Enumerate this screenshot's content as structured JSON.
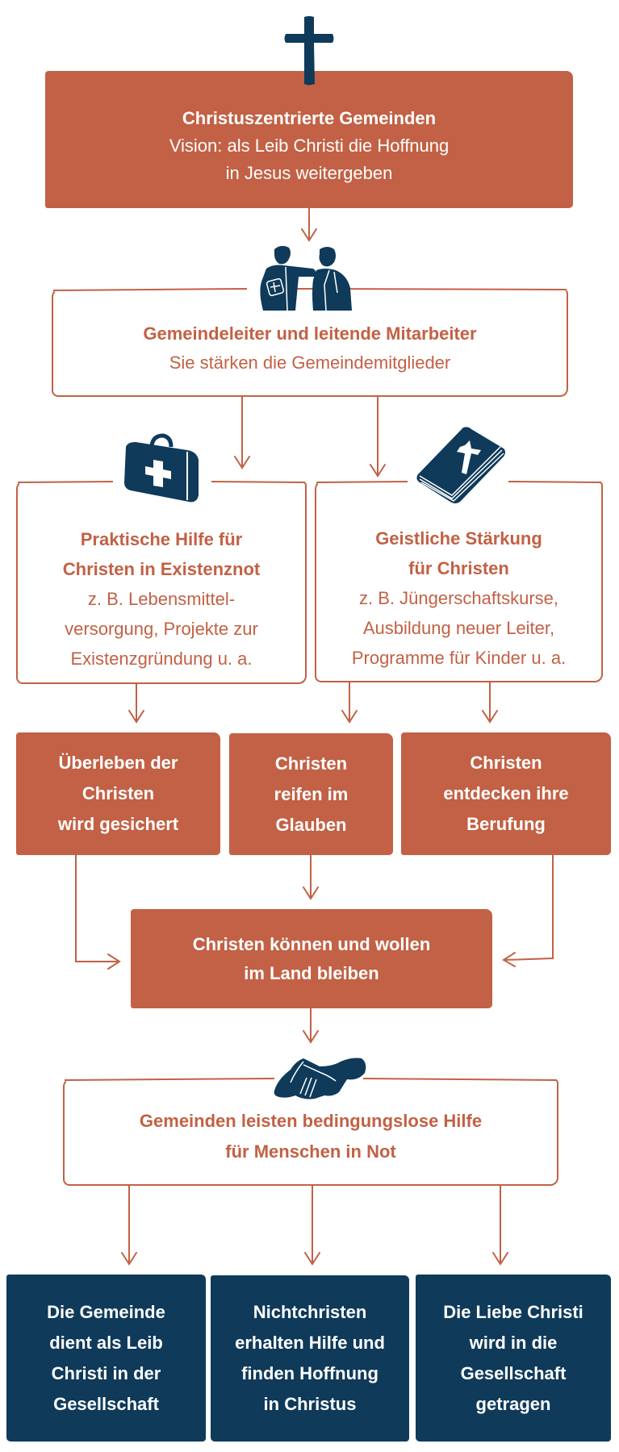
{
  "colors": {
    "accent": "#C26145",
    "navy": "#0F3A5A",
    "background": "#FFFFFF"
  },
  "top": {
    "icon": "cross-icon",
    "title": "Christuszentrierte Gemeinden",
    "subtitle_lines": [
      "Vision: als Leib Christi die Hoffnung",
      "in Jesus weitergeben"
    ]
  },
  "leaders": {
    "icon": "people-icon",
    "title": "Gemeindeleiter und leitende Mitarbeiter",
    "subtitle": "Sie stärken die Gemeindemitglieder"
  },
  "practical": {
    "icon": "first-aid-kit-icon",
    "title_lines": [
      "Praktische Hilfe für",
      "Christen in Existenznot"
    ],
    "body_lines": [
      "z. B. Lebensmittel-",
      "versorgung, Projekte zur",
      "Existenzgründung u. a."
    ]
  },
  "spiritual": {
    "icon": "bible-icon",
    "title_lines": [
      "Geistliche Stärkung",
      "für Christen"
    ],
    "body_lines": [
      "z. B. Jüngerschaftskurse,",
      "Ausbildung neuer Leiter,",
      "Programme für Kinder u. a."
    ]
  },
  "outcomes": [
    {
      "lines": [
        "Überleben der",
        "Christen",
        "wird gesichert"
      ]
    },
    {
      "lines": [
        "Christen",
        "reifen im",
        "Glauben"
      ]
    },
    {
      "lines": [
        "Christen",
        "entdecken ihre",
        "Berufung"
      ]
    }
  ],
  "stay": {
    "lines": [
      "Christen können und wollen",
      "im Land bleiben"
    ]
  },
  "help": {
    "icon": "handshake-icon",
    "lines": [
      "Gemeinden leisten bedingungslose Hilfe",
      "für Menschen in Not"
    ]
  },
  "results": [
    {
      "lines": [
        "Die Gemeinde",
        "dient als Leib",
        "Christi in der",
        "Gesellschaft"
      ]
    },
    {
      "lines": [
        "Nichtchristen",
        "erhalten Hilfe und",
        "finden Hoffnung",
        "in Christus"
      ]
    },
    {
      "lines": [
        "Die Liebe Christi",
        "wird in die",
        "Gesellschaft",
        "getragen"
      ]
    }
  ]
}
